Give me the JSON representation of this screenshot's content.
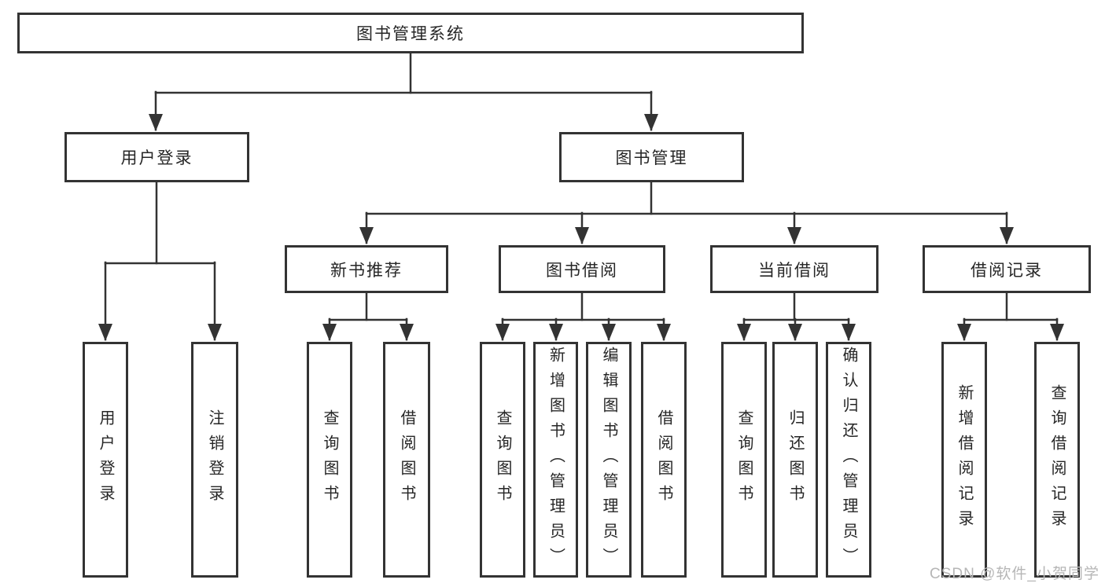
{
  "diagram": {
    "title": "图书管理系统",
    "root": {
      "label": "图书管理系统"
    },
    "level2": [
      {
        "label": "用户登录"
      },
      {
        "label": "图书管理"
      }
    ],
    "level3": [
      {
        "label": "新书推荐"
      },
      {
        "label": "图书借阅"
      },
      {
        "label": "当前借阅"
      },
      {
        "label": "借阅记录"
      }
    ],
    "leaves": {
      "user_login": [
        {
          "label": "用户登录"
        },
        {
          "label": "注销登录"
        }
      ],
      "new_book": [
        {
          "label": "查询图书"
        },
        {
          "label": "借阅图书"
        }
      ],
      "book_borrow": [
        {
          "label": "查询图书"
        },
        {
          "label": "新增图书（管理员）"
        },
        {
          "label": "编辑图书（管理员）"
        },
        {
          "label": "借阅图书"
        }
      ],
      "current_borrow": [
        {
          "label": "查询图书"
        },
        {
          "label": "归还图书"
        },
        {
          "label": "确认归还（管理员）"
        }
      ],
      "borrow_records": [
        {
          "label": "新增借阅记录"
        },
        {
          "label": "查询借阅记录"
        }
      ]
    },
    "colors": {
      "line": "#333333",
      "text": "#262626",
      "watermark": "#b6b6b6",
      "background": "#ffffff"
    }
  },
  "watermark": {
    "text": "CSDN @软件_小贺同学"
  }
}
